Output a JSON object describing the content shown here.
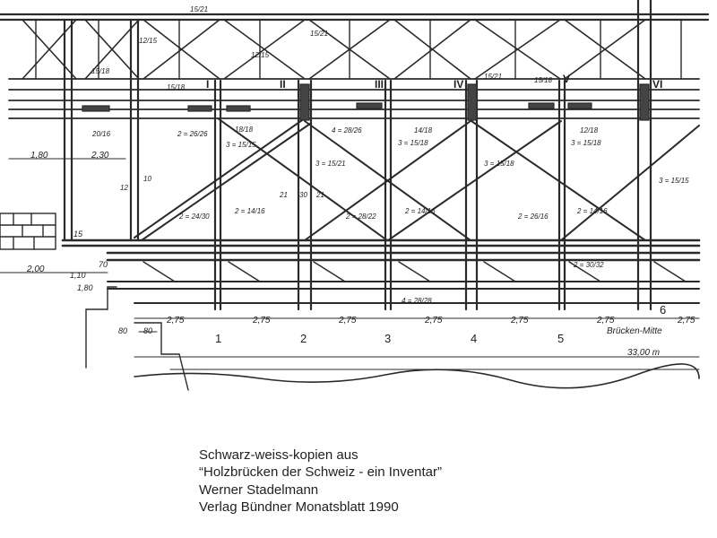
{
  "caption": {
    "line1": "Schwarz-weiss-kopien aus",
    "line2": "“Holzbrücken der Schweiz - ein Inventar”",
    "line3": "Werner Stadelmann",
    "line4": "Verlag Bündner Monatsblatt 1990"
  },
  "drawing": {
    "upper_posts": [
      "I",
      "II",
      "III",
      "IV",
      "V",
      "VI"
    ],
    "lower_posts": [
      "1",
      "2",
      "3",
      "4",
      "5",
      "6"
    ],
    "bay_spacing": "2,75",
    "total_span": "33,00 m",
    "midspan_label": "Brücken-Mitte",
    "dimensions": {
      "d1": "1,80",
      "d2": "2,30",
      "d3": "2,00",
      "d4": "1,10",
      "d5": "1,80",
      "d6": "80",
      "d7": "80",
      "d8": "70",
      "d9": "15",
      "d10": "10",
      "d11": "12",
      "d12": "21",
      "d13": "30",
      "d14": "21"
    },
    "member_labels": {
      "m1": "15/21",
      "m2": "12/15",
      "m3": "15/21",
      "m4": "12/15",
      "m5": "15/18",
      "m6": "15/18",
      "m7": "20/16",
      "m8": "2 = 26/26",
      "m9": "18/18",
      "m10": "3 = 15/15",
      "m11": "3 = 15/21",
      "m12": "4 = 28/26",
      "m13": "14/18",
      "m14": "3 = 15/18",
      "m15": "15/21",
      "m16": "3 = 15/18",
      "m17": "15/18",
      "m18": "12/18",
      "m19": "3 = 15/18",
      "m20": "3 = 15/15",
      "m21": "2 = 24/30",
      "m22": "2 = 14/16",
      "m23": "2 = 28/22",
      "m24": "2 = 14/16",
      "m25": "2 = 26/16",
      "m26": "2 = 14/16",
      "m27": "2 = 30/32",
      "m28": "4 = 28/28"
    }
  }
}
